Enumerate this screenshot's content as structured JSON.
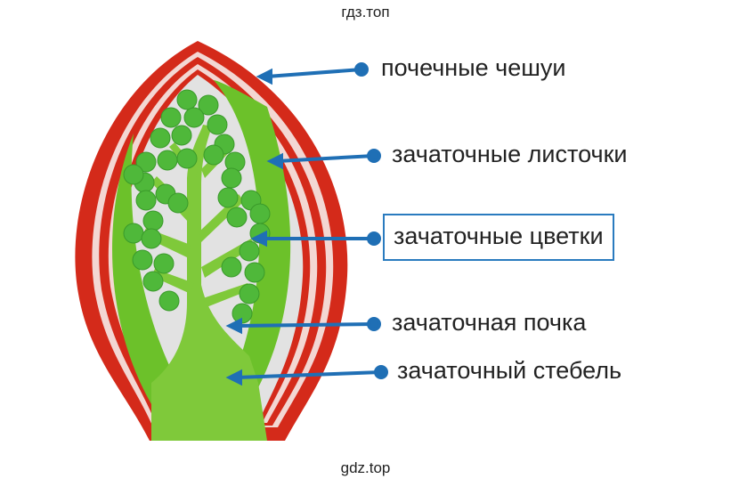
{
  "watermark_top": "гдз.топ",
  "watermark_bottom": "gdz.top",
  "labels": [
    {
      "id": "scales",
      "text": "почечные чешуи"
    },
    {
      "id": "leaves",
      "text": "зачаточные листочки"
    },
    {
      "id": "flowers",
      "text": "зачаточные цветки",
      "boxed": true
    },
    {
      "id": "bud",
      "text": "зачаточная почка"
    },
    {
      "id": "stem",
      "text": "зачаточный стебель"
    }
  ],
  "colors": {
    "scale_red": "#d42a1a",
    "leaf_green": "#6cc12a",
    "flower_green": "#4fb83a",
    "pointer_blue": "#1f6fb5",
    "box_blue": "#2a7bbf",
    "interior_gray": "#e2e2e2"
  }
}
